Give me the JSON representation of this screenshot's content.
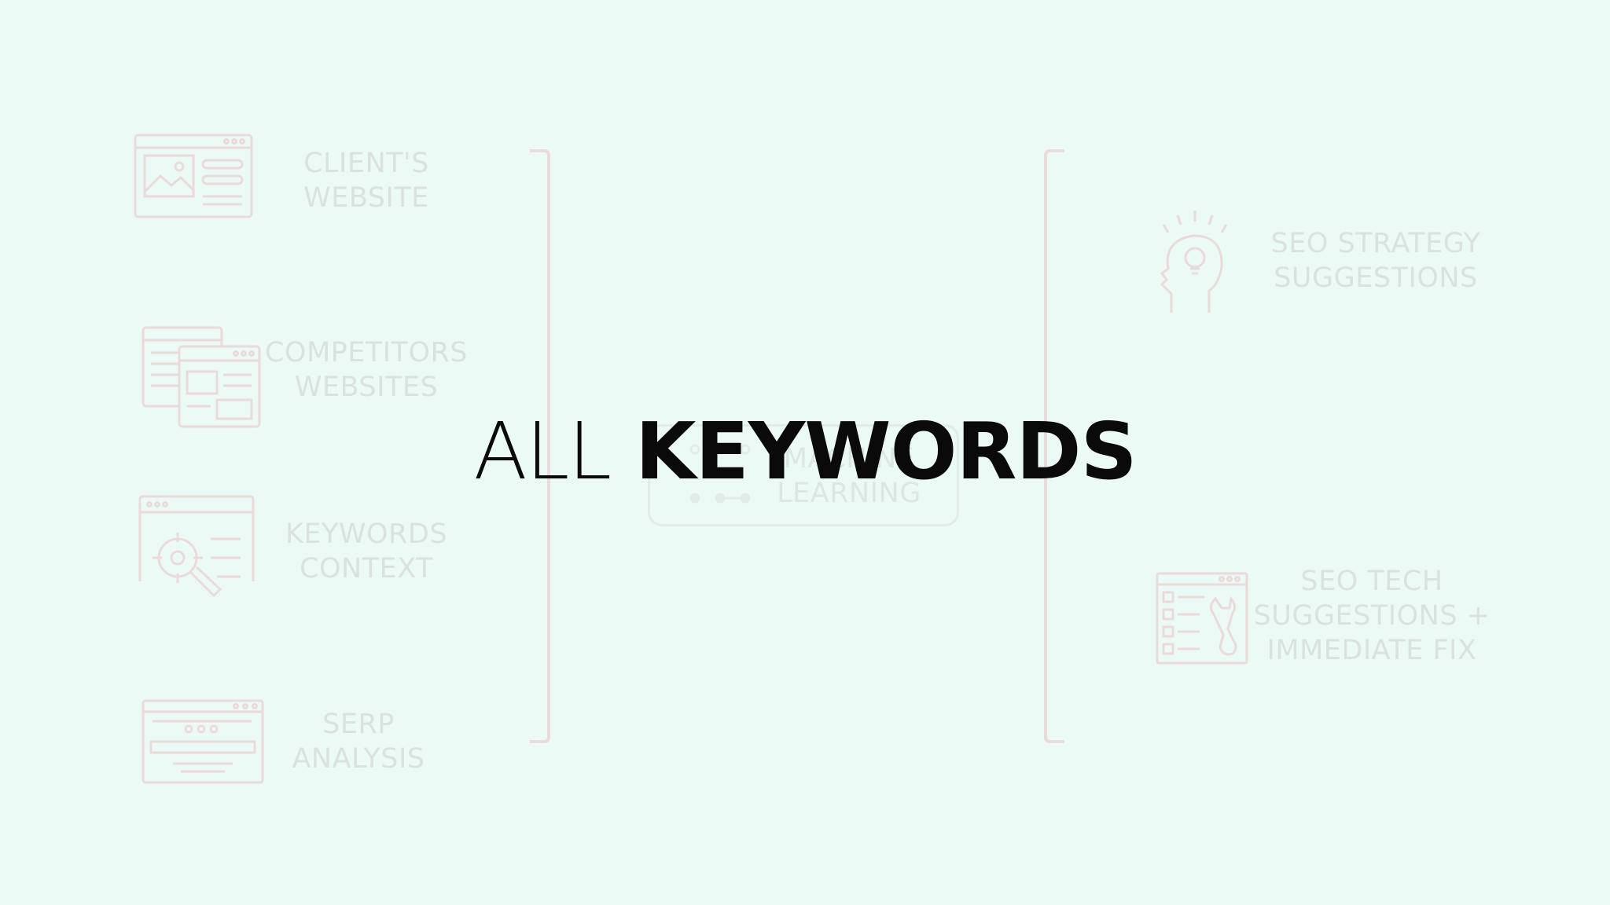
{
  "headline": {
    "light": "ALL",
    "bold": "KEYWORDS"
  },
  "inputs": [
    {
      "label": "CLIENT'S\nWEBSITE",
      "icon": "website-icon"
    },
    {
      "label": "COMPETITORS\nWEBSITES",
      "icon": "competitor-pages-icon"
    },
    {
      "label": "KEYWORDS\nCONTEXT",
      "icon": "keyword-target-icon"
    },
    {
      "label": "SERP\nANALYSIS",
      "icon": "serp-browser-icon"
    }
  ],
  "center": {
    "label": "MACHINE\nLEARNING",
    "icon": "network-icon"
  },
  "outputs": [
    {
      "label": "SEO STRATEGY\nSUGGESTIONS",
      "icon": "head-lightbulb-icon"
    },
    {
      "label": "SEO TECH\nSUGGESTIONS +\nIMMEDIATE FIX",
      "icon": "settings-wrench-icon"
    }
  ],
  "colors": {
    "background": "#ecfaf5",
    "faded_icon": "#ead9d9",
    "faded_text": "#d9e1de",
    "headline": "#0a0a0a"
  }
}
